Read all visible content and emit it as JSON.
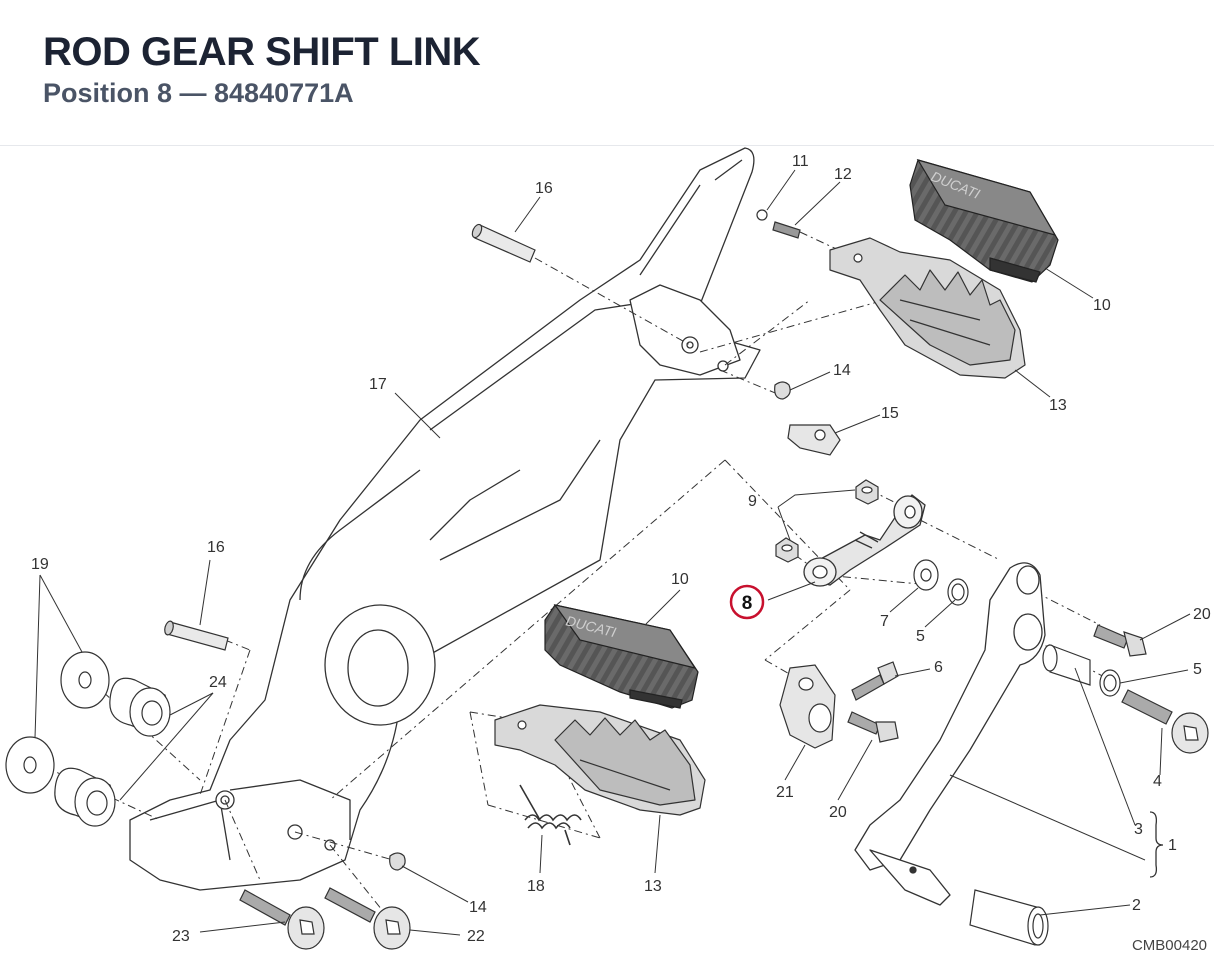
{
  "header": {
    "title": "ROD GEAR SHIFT LINK",
    "subtitle": "Position 8 — 84840771A"
  },
  "diagram": {
    "highlighted_label": "8",
    "highlight_color": "#c8102e",
    "brand_text": "DUCATI",
    "drawing_code": "CMB00420",
    "labels": {
      "p1": "1",
      "p2": "2",
      "p3": "3",
      "p4": "4",
      "p5a": "5",
      "p5b": "5",
      "p6": "6",
      "p7": "7",
      "p9": "9",
      "p10a": "10",
      "p10b": "10",
      "p11": "11",
      "p12": "12",
      "p13a": "13",
      "p13b": "13",
      "p14a": "14",
      "p14b": "14",
      "p15": "15",
      "p16a": "16",
      "p16b": "16",
      "p17": "17",
      "p18": "18",
      "p19": "19",
      "p20a": "20",
      "p20b": "20",
      "p21": "21",
      "p22": "22",
      "p23": "23",
      "p24": "24"
    }
  }
}
